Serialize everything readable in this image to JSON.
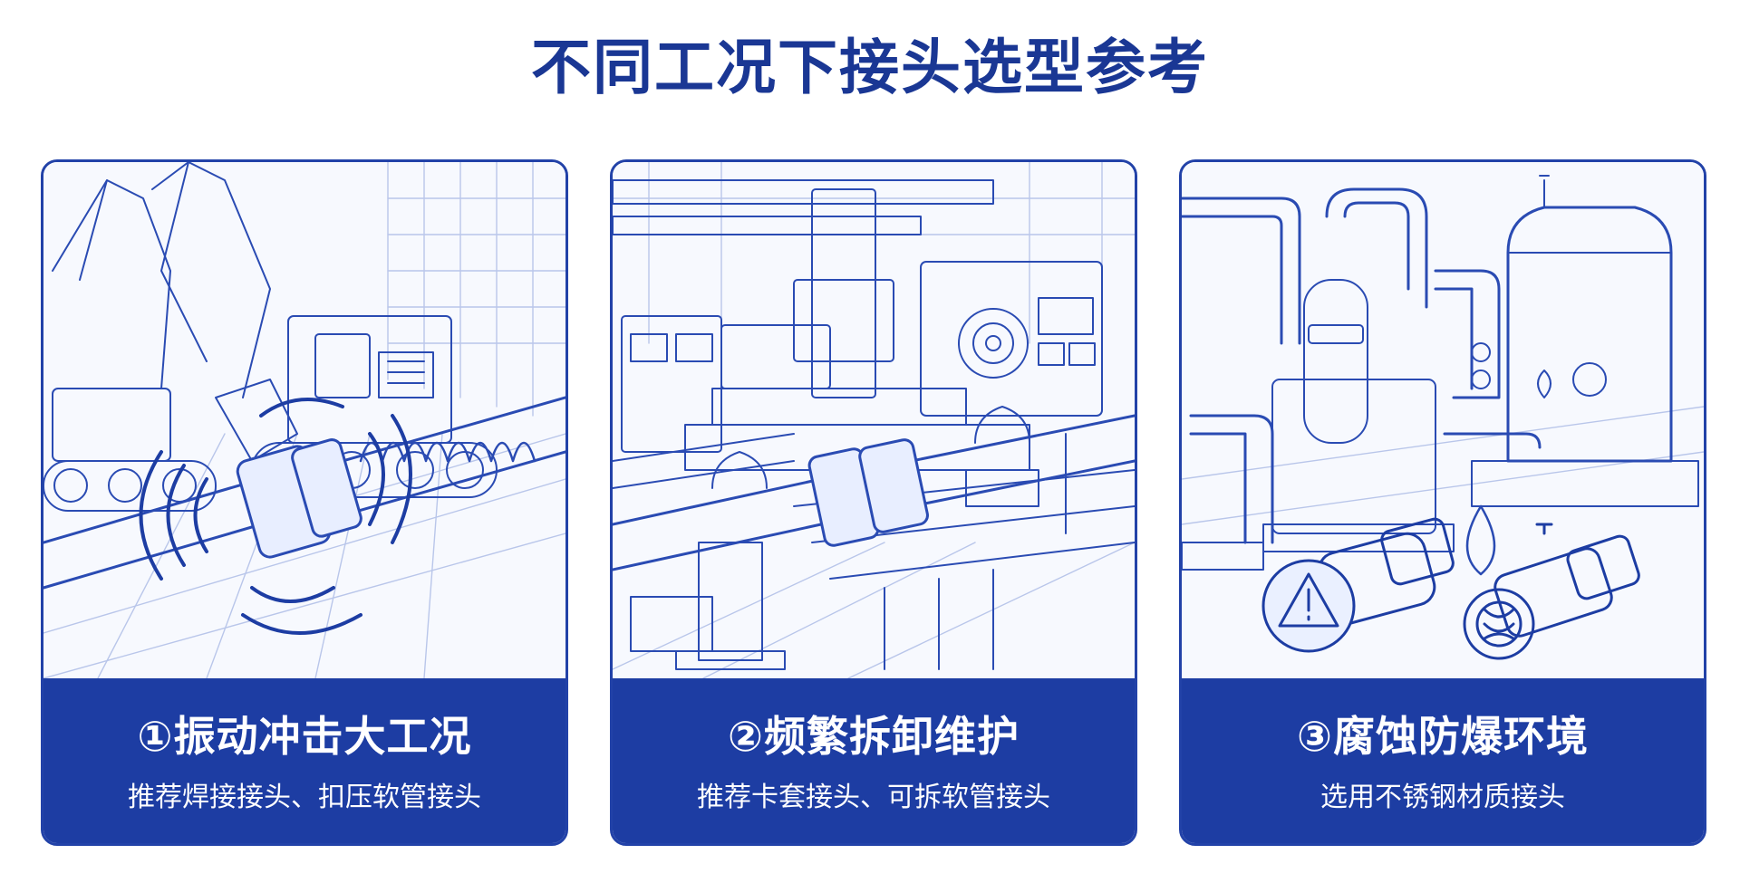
{
  "page": {
    "title": "不同工况下接头选型参考"
  },
  "cards": [
    {
      "title": "①振动冲击大工况",
      "subtitle": "推荐焊接接头、扣压软管接头",
      "illustration": "excavator-vibrating-pipe-joint"
    },
    {
      "title": "②频繁拆卸维护",
      "subtitle": "推荐卡套接头、可拆软管接头",
      "illustration": "factory-machinery-pipe-union"
    },
    {
      "title": "③腐蚀防爆环境",
      "subtitle": "选用不锈钢材质接头",
      "illustration": "chemical-plant-tanks-stainless-fittings"
    }
  ],
  "colors": {
    "brand_blue": "#1d3da3",
    "line_blue": "#2242a8",
    "title_blue": "#1a3794"
  }
}
